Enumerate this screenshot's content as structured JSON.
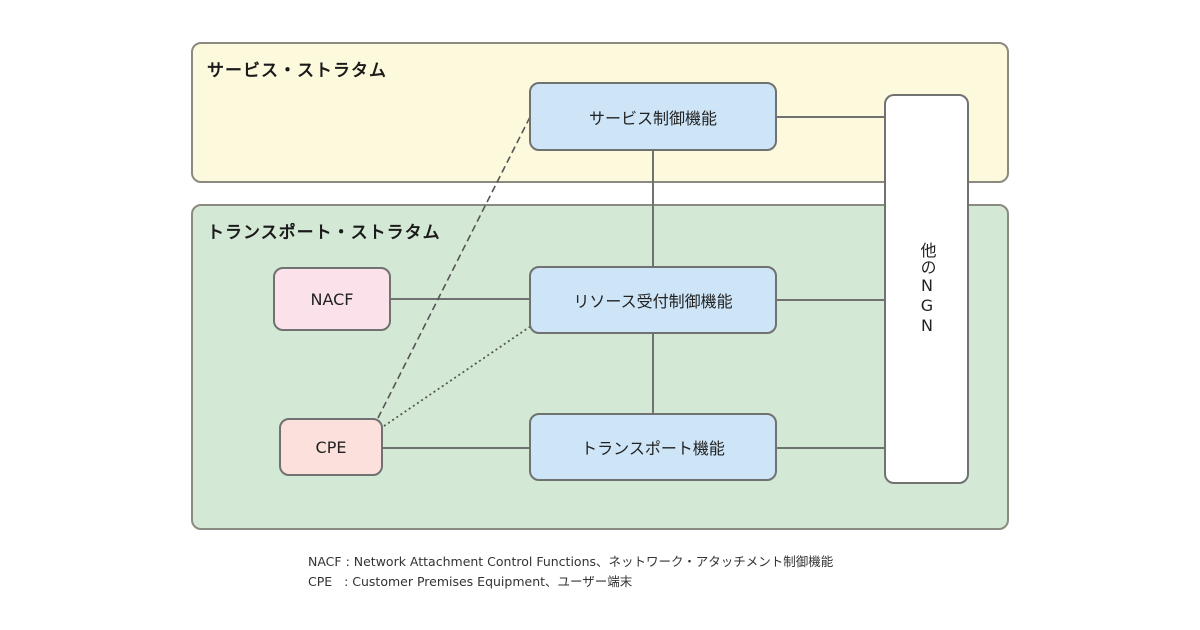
{
  "diagram": {
    "strata": {
      "service": {
        "title": "サービス・ストラタム",
        "color": "#fdf9dd"
      },
      "transport": {
        "title": "トランスポート・ストラタム",
        "color": "#d4e8d6"
      }
    },
    "nodes": {
      "service_control": "サービス制御機能",
      "resource_control": "リソース受付制御機能",
      "transport_function": "トランスポート機能",
      "nacf": "NACF",
      "cpe": "CPE",
      "other_ngn": "他のNGN"
    },
    "edges": [
      {
        "from": "service_control",
        "to": "resource_control",
        "style": "solid"
      },
      {
        "from": "resource_control",
        "to": "transport_function",
        "style": "solid"
      },
      {
        "from": "service_control",
        "to": "other_ngn",
        "style": "solid"
      },
      {
        "from": "resource_control",
        "to": "other_ngn",
        "style": "solid"
      },
      {
        "from": "transport_function",
        "to": "other_ngn",
        "style": "solid"
      },
      {
        "from": "nacf",
        "to": "resource_control",
        "style": "solid"
      },
      {
        "from": "cpe",
        "to": "transport_function",
        "style": "solid"
      },
      {
        "from": "cpe",
        "to": "service_control",
        "style": "dashed"
      },
      {
        "from": "cpe",
        "to": "resource_control",
        "style": "dotted"
      }
    ],
    "colors": {
      "function_box": "#cde5f7",
      "nacf_box": "#fbe1ea",
      "cpe_box": "#fbe0dc",
      "other_ngn_box": "#ffffff",
      "line": "#6f7270"
    }
  },
  "legend": {
    "nacf": "NACF : Network Attachment Control Functions、ネットワーク・アタッチメント制御機能",
    "cpe": "CPE   : Customer Premises Equipment、ユーザー端末"
  }
}
